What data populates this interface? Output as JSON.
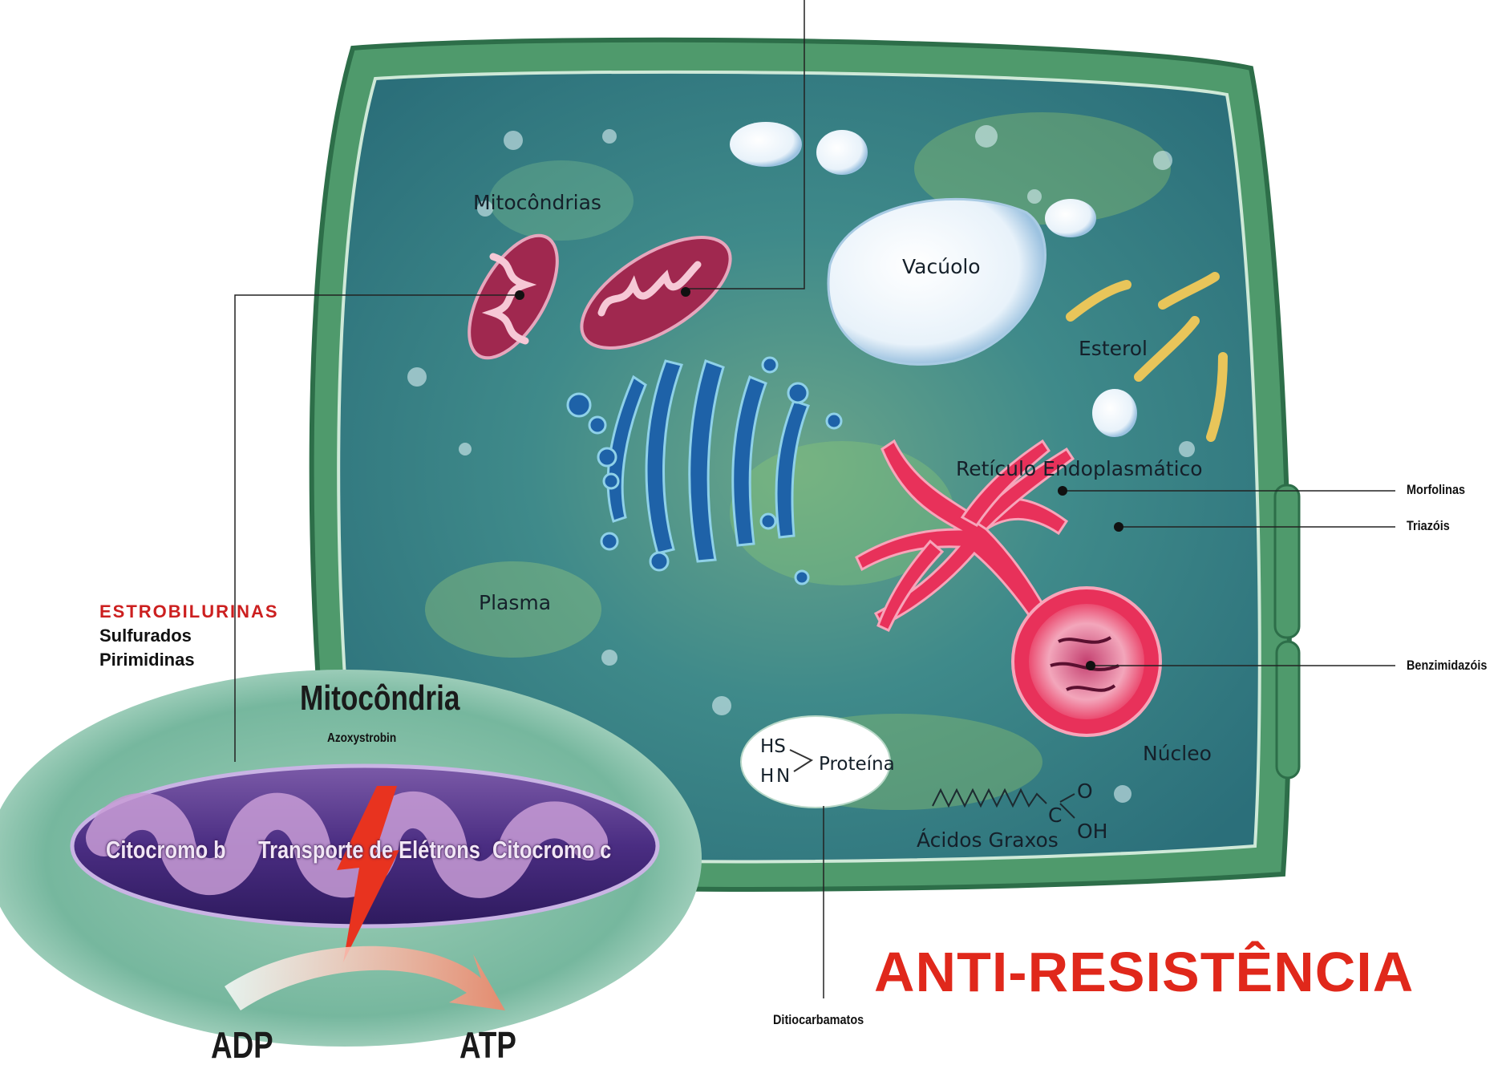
{
  "cell_labels": {
    "mitocondrias": "Mitocôndrias",
    "vacuolo": "Vacúolo",
    "esterol": "Esterol",
    "reticulo": "Retículo Endoplasmático",
    "plasma": "Plasma",
    "nucleo": "Núcleo",
    "proteina": "Proteína",
    "acidos_graxos": "Ácidos Graxos"
  },
  "chem": {
    "hs": "HS",
    "h": "H",
    "n": "N",
    "c": "C",
    "o": "O",
    "oh": "OH"
  },
  "fungicide_labels": {
    "morfolinas": "Morfolinas",
    "triazois": "Triazóis",
    "benzimidazois": "Benzimidazóis",
    "ditiocarbamatos": "Ditiocarbamatos"
  },
  "strobilurin_group": {
    "title": "ESTROBILURINAS",
    "items": [
      "Sulfurados",
      "Pirimidinas"
    ]
  },
  "inset": {
    "title": "Mitocôndria",
    "subtitle": "Azoxystrobin",
    "citocromo_b": "Citocromo b",
    "transporte": "Transporte de Elétrons",
    "citocromo_c": "Citocromo c",
    "adp": "ADP",
    "atp": "ATP"
  },
  "headline": "ANTI-RESISTÊNCIA",
  "colors": {
    "headline": "#e0281b",
    "group_title": "#cc1f1f",
    "cell_wall": "#3f8f62",
    "cytoplasm": "#3f8a8a",
    "mitochondria": "#a0284f",
    "reticulum": "#e8315a",
    "golgi": "#1e62a8",
    "sterol": "#e8c55a"
  }
}
